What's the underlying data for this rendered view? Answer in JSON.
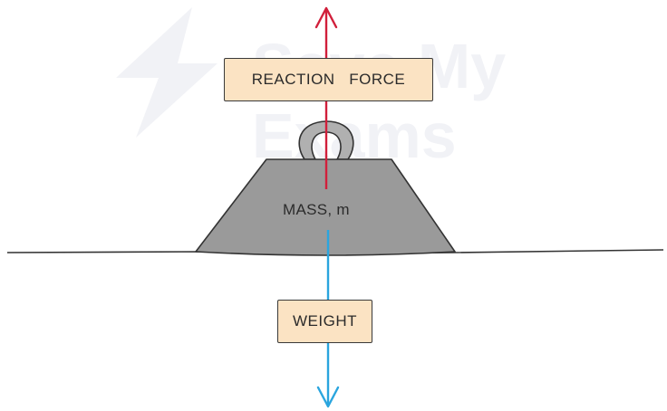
{
  "diagram": {
    "reaction_label": "REACTION   FORCE",
    "weight_label": "WEIGHT",
    "mass_label": "MASS, m",
    "watermark": {
      "line1": "Save My",
      "line2": "Exams"
    },
    "colors": {
      "reaction_arrow": "#d11f3b",
      "weight_arrow": "#2aa5de",
      "mass_fill": "#9a9a9a",
      "label_fill": "#fbe3c3",
      "outline": "#3a3a3a"
    }
  }
}
